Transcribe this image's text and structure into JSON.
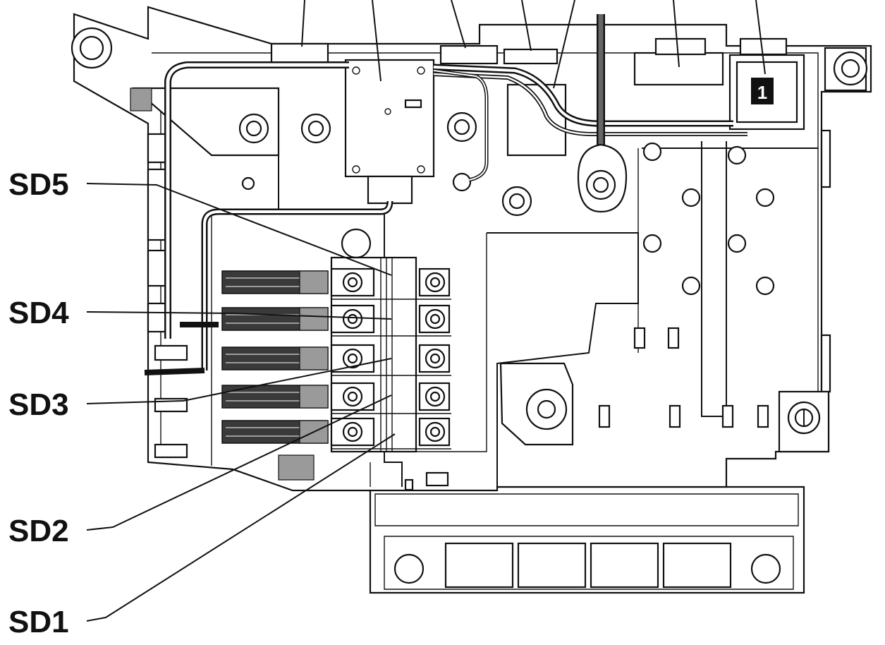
{
  "diagram": {
    "labels": [
      {
        "id": "sd5",
        "text": "SD5"
      },
      {
        "id": "sd4",
        "text": "SD4"
      },
      {
        "id": "sd3",
        "text": "SD3"
      },
      {
        "id": "sd2",
        "text": "SD2"
      },
      {
        "id": "sd1",
        "text": "SD1"
      }
    ],
    "position_marker": "1",
    "colors": {
      "line": "#111111",
      "dark_fill": "#3a3a3a",
      "background": "#ffffff"
    }
  }
}
